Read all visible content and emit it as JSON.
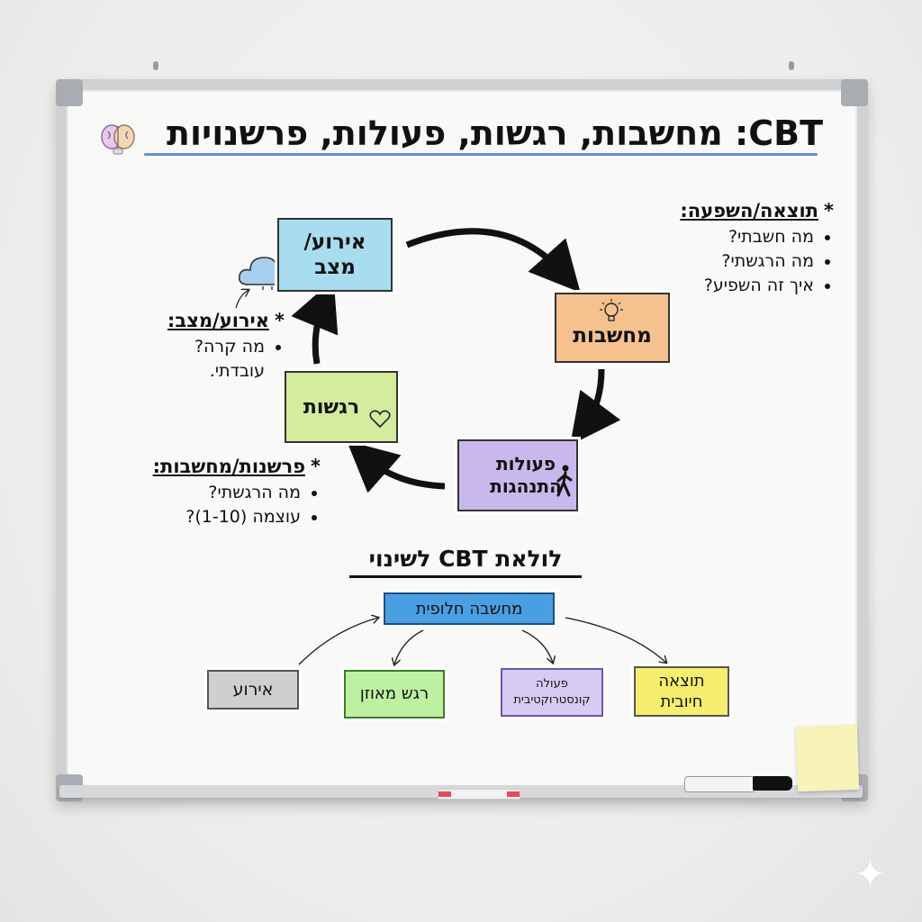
{
  "title": "CBT: מחשבות, רגשות, פעולות, פרשנויות",
  "cycle": {
    "event": "אירוע/ מצב",
    "thoughts": "מחשבות",
    "actions": "פעולות התנהגות",
    "feelings": "רגשות"
  },
  "notes_outcome": {
    "heading": "תוצאה/השפעה:",
    "items": [
      "מה חשבתי?",
      "מה הרגשתי?",
      "איך זה השפיע?"
    ]
  },
  "notes_event": {
    "heading": "אירוע/מצב:",
    "items": [
      "מה קרה?"
    ],
    "extra": "עובדתי."
  },
  "notes_interpretation": {
    "heading": "פרשנות/מחשבות:",
    "items": [
      "מה הרגשתי?",
      "עוצמה (1-10)?"
    ]
  },
  "change": {
    "heading": "לולאת CBT לשינוי",
    "alt_thought": "מחשבה חלופית",
    "event": "אירוע",
    "balanced_feeling": "רגש מאוזן",
    "constructive_action": "פעולה קונסטרוקטיבית",
    "positive_outcome": "תוצאה חיובית"
  },
  "colors": {
    "event_box": "#a8dcef",
    "thoughts_box": "#f5c28f",
    "actions_box": "#c9b8ec",
    "feelings_box": "#d3ec9e",
    "alt_thought_box": "#4a9fe3",
    "small_event_box": "#cfcfcf",
    "small_feeling_box": "#bdf0a0",
    "small_action_box": "#d6cbf2",
    "small_outcome_box": "#f5ee6e",
    "title_underline": "#5b93d4"
  },
  "icons": [
    "brain-icon",
    "cloud-icon",
    "lightbulb-icon",
    "walking-person-icon",
    "heart-icon",
    "asterisk-icon"
  ]
}
